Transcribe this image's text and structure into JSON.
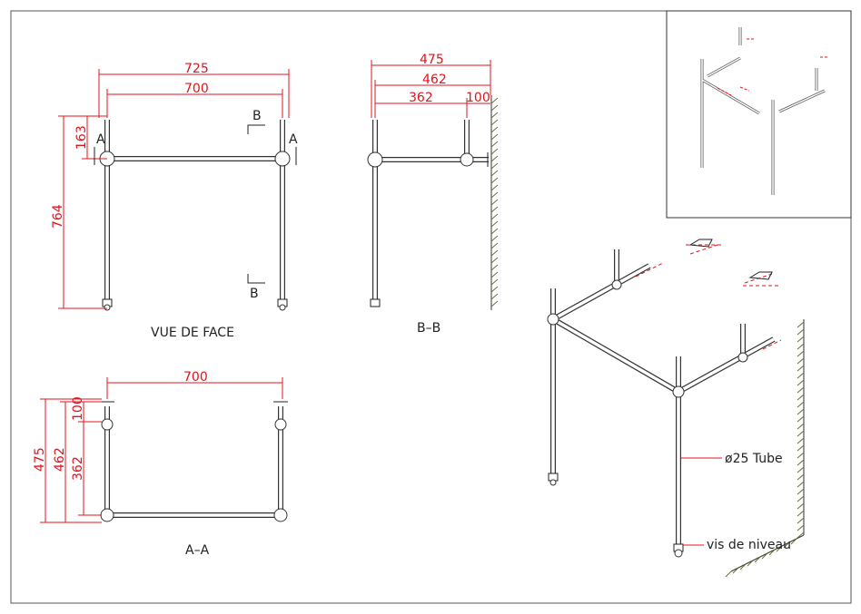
{
  "front_view": {
    "title": "VUE DE FACE",
    "dim_overall_width": "725",
    "dim_inner_width": "700",
    "dim_bar_height": "163",
    "dim_total_height": "764",
    "section_a_left": "A",
    "section_a_right": "A",
    "section_b_top": "B",
    "section_b_bottom": "B"
  },
  "section_b": {
    "title": "B–B",
    "dim_475": "475",
    "dim_462": "462",
    "dim_362": "362",
    "dim_100": "100"
  },
  "section_a": {
    "title": "A–A",
    "dim_700": "700",
    "dim_475": "475",
    "dim_462": "462",
    "dim_362": "362",
    "dim_100": "100"
  },
  "iso_view": {
    "tube_label": "ø25  Tube",
    "foot_label": "vis de niveau"
  },
  "colors": {
    "dimension": "#e0141c",
    "line": "#333333",
    "hatch": "#6b6b3a"
  }
}
